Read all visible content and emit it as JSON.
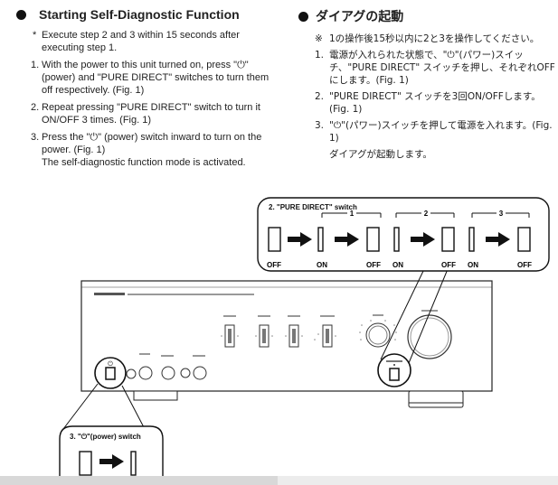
{
  "english": {
    "title": "Starting Self-Diagnostic Function",
    "note_mark": "*",
    "note": "Execute step 2 and 3 within 15 seconds after executing step 1.",
    "steps": [
      {
        "num": "1.",
        "text": "With the power to this unit turned on, press \"⏻\" (power) and \"PURE DIRECT\" switches to turn them off respectively. (Fig. 1)"
      },
      {
        "num": "2.",
        "text": "Repeat pressing \"PURE DIRECT\" switch to turn it ON/OFF 3 times. (Fig. 1)"
      },
      {
        "num": "3.",
        "text": "Press the \"⏻\" (power) switch inward to turn on the power. (Fig. 1)"
      }
    ],
    "result": "The self-diagnostic function mode is activated."
  },
  "japanese": {
    "title": "ダイアグの起動",
    "note_mark": "※",
    "note": "1の操作後15秒以内に2と3を操作してください。",
    "steps": [
      {
        "num": "1.",
        "text": "電源が入れられた状態で、\"⏻\"(パワー)スイッチ、\"PURE DIRECT\" スイッチを押し、それぞれOFFにします。(Fig. 1)"
      },
      {
        "num": "2.",
        "text": "\"PURE DIRECT\" スイッチを3回ON/OFFします。(Fig. 1)"
      },
      {
        "num": "3.",
        "text": "\"⏻\"(パワー)スイッチを押して電源を入れます。(Fig. 1)"
      }
    ],
    "result": "ダイアグが起動します。"
  },
  "figure": {
    "callout_pure_direct": "2. \"PURE DIRECT\" switch",
    "groups": [
      "1",
      "2",
      "3"
    ],
    "states": [
      "OFF",
      "ON",
      "OFF",
      "ON",
      "OFF",
      "ON",
      "OFF"
    ],
    "callout_power": "3. \"⏻\"(power) switch"
  }
}
